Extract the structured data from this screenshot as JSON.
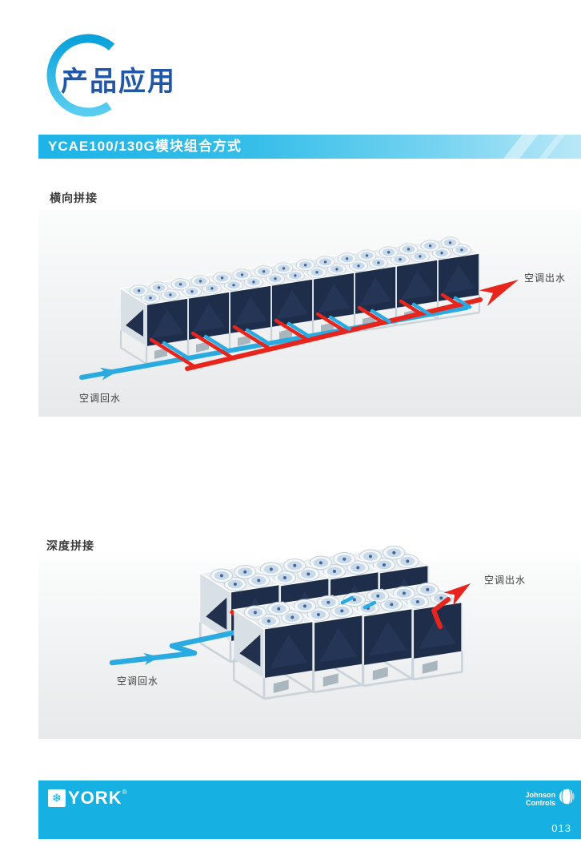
{
  "header": {
    "logo_title": "产品应用",
    "section_title": "YCAE100/130G模块组合方式"
  },
  "diagrams": [
    {
      "title": "横向拼接",
      "arrangement": "single-row",
      "module_count": 8,
      "labels": {
        "outlet": "空调出水",
        "return": "空调回水"
      }
    },
    {
      "title": "深度拼接",
      "arrangement": "two-rows-deep",
      "module_count": 8,
      "rows": 2,
      "modules_per_row": 4,
      "labels": {
        "outlet": "空调出水",
        "return": "空调回水"
      }
    }
  ],
  "colors": {
    "accent_cyan": "#17b0e2",
    "title_blue": "#2257a8",
    "pipe_supply_red": "#e8251d",
    "pipe_return_blue": "#29abe2",
    "module_coil_navy": "#1e2d4a",
    "module_frame_grey": "#c9d3d9",
    "panel_grey": "#e7e9ea"
  },
  "footer": {
    "brand": "YORK",
    "brand_mark": "❄",
    "reg": "®",
    "company_line1": "Johnson",
    "company_line2": "Controls",
    "page_number": "013"
  }
}
